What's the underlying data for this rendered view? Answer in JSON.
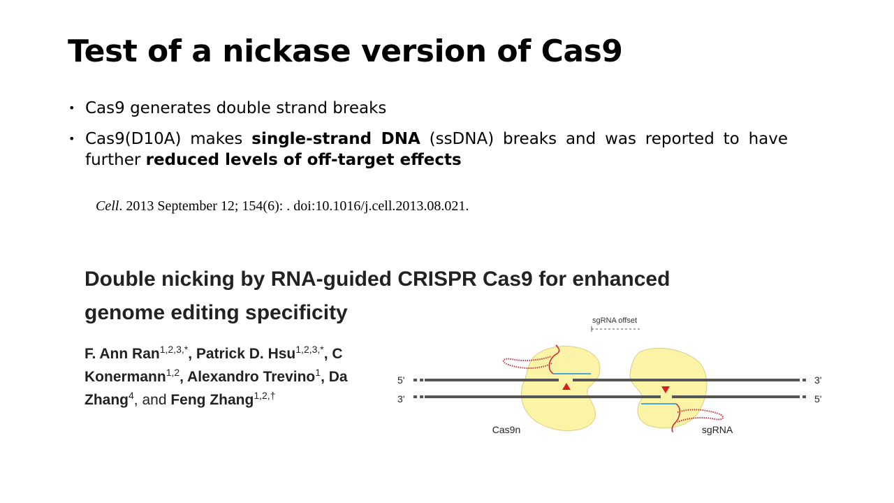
{
  "slide": {
    "title": "Test of a nickase version of Cas9",
    "bullets": [
      {
        "text": "Cas9 generates double strand breaks"
      },
      {
        "part1": "Cas9(D10A) makes ",
        "bold1": "single-strand DNA",
        "part2": " (ssDNA) breaks and was reported to have further ",
        "bold2": "reduced levels of off-target effects"
      }
    ],
    "bullet_glyph": "•"
  },
  "citation": {
    "journal": "Cell",
    "rest": ". 2013 September 12; 154(6): . doi:10.1016/j.cell.2013.08.021."
  },
  "paper": {
    "title_line1": "Double nicking by RNA-guided CRISPR Cas9 for enhanced",
    "title_line2": "genome editing specificity",
    "authors": {
      "a1": "F. Ann Ran",
      "a1_sup": "1,2,3,*",
      "sep1": ", ",
      "a2": "Patrick D. Hsu",
      "a2_sup": "1,2,3,*",
      "sep2": ", ",
      "a3": "C",
      "a4": "Konermann",
      "a4_sup": "1,2",
      "sep4": ", ",
      "a5": "Alexandro Trevino",
      "a5_sup": "1",
      "sep5": ", ",
      "a6": "Da",
      "a7": "Zhang",
      "a7_sup": "4",
      "sep7": ", and ",
      "a8": "Feng Zhang",
      "a8_sup": "1,2,†"
    }
  },
  "diagram": {
    "offset_label": "sgRNA offset",
    "top_left_end": "5'",
    "top_right_end": "3'",
    "bottom_left_end": "3'",
    "bottom_right_end": "5'",
    "cas9n_label": "Cas9n",
    "sgrna_label": "sgRNA",
    "colors": {
      "protein_fill": "#fbf3a6",
      "protein_stroke": "#d8cf86",
      "strand": "#555555",
      "guide": "#4aa8d8",
      "rna": "#c0323a",
      "nick": "#d42020"
    }
  }
}
